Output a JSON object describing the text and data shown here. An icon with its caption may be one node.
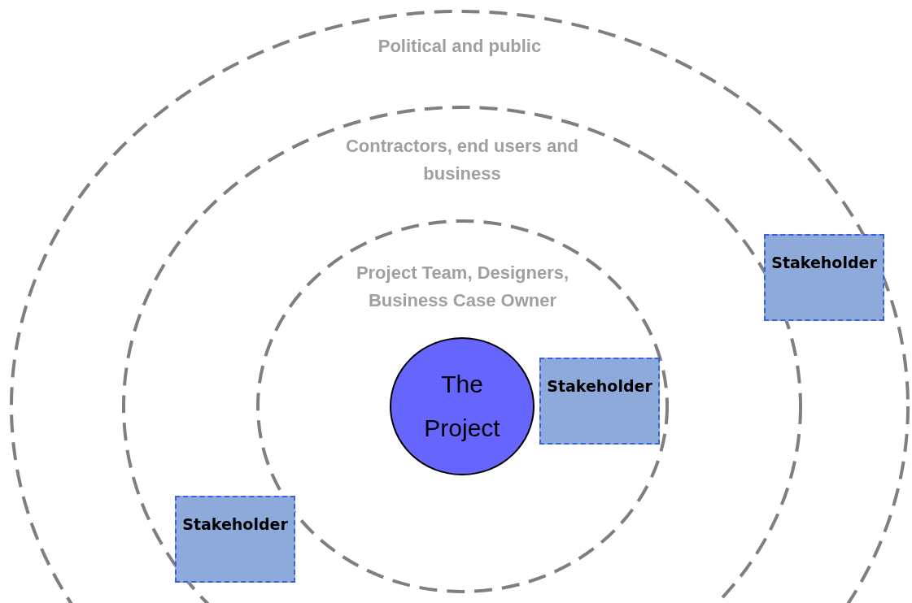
{
  "diagram": {
    "nodes": [
      {
        "text": [
          "Political and public"
        ]
      },
      {
        "text": [
          "Contractors, end users and business"
        ],
        "in": 0
      },
      {
        "text": [
          "Project Team, Designers, Business Case Owner"
        ],
        "in": 1
      },
      {
        "text": [
          "Stakeholder"
        ],
        "in": 0
      },
      {
        "text": [
          "The Project"
        ],
        "in": 2
      },
      {
        "text": [
          "Stakeholder"
        ],
        "in": 2
      },
      {
        "text": [
          "Stakeholder"
        ],
        "in": 1
      }
    ]
  }
}
